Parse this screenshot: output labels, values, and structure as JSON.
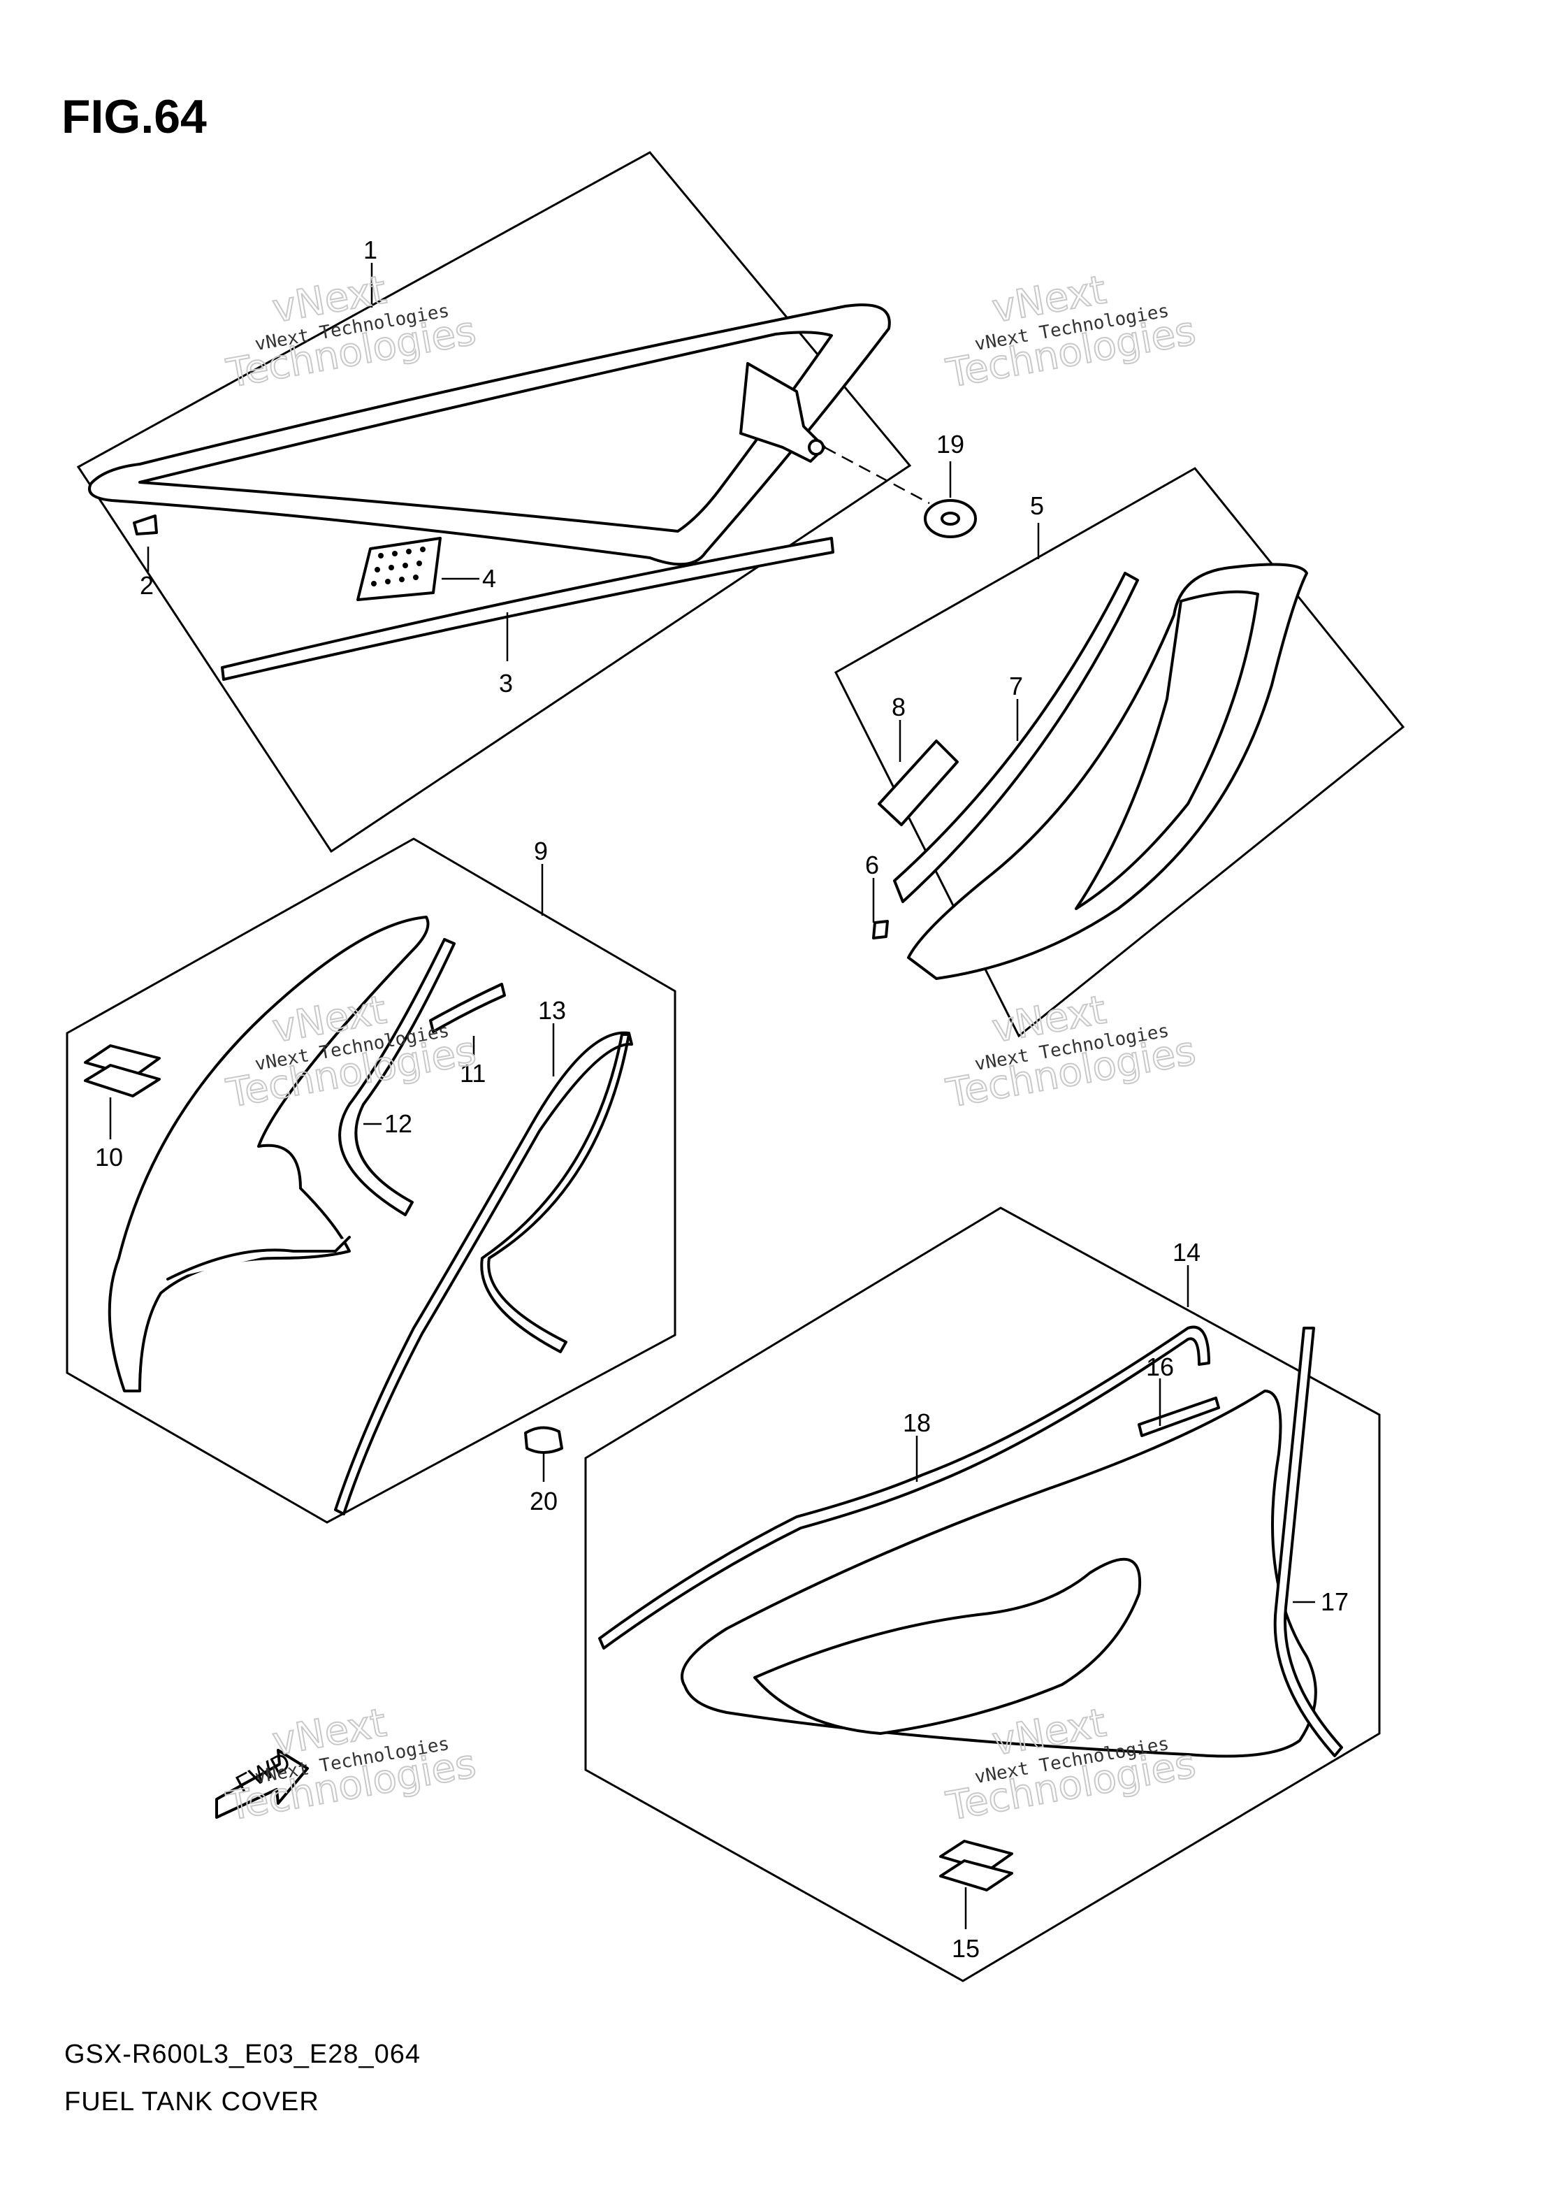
{
  "figure": {
    "title": "FIG.64"
  },
  "footer": {
    "model_code": "GSX-R600L3_E03_E28_064",
    "diagram_name": "FUEL TANK COVER"
  },
  "callouts": [
    "1",
    "2",
    "3",
    "4",
    "5",
    "6",
    "7",
    "8",
    "9",
    "10",
    "11",
    "12",
    "13",
    "14",
    "15",
    "16",
    "17",
    "18",
    "19",
    "20"
  ],
  "watermark": {
    "brand_line": "vNext Technologies",
    "outline_top": "vNext",
    "outline_bottom": "Technologies"
  },
  "direction_marker": "FWD"
}
